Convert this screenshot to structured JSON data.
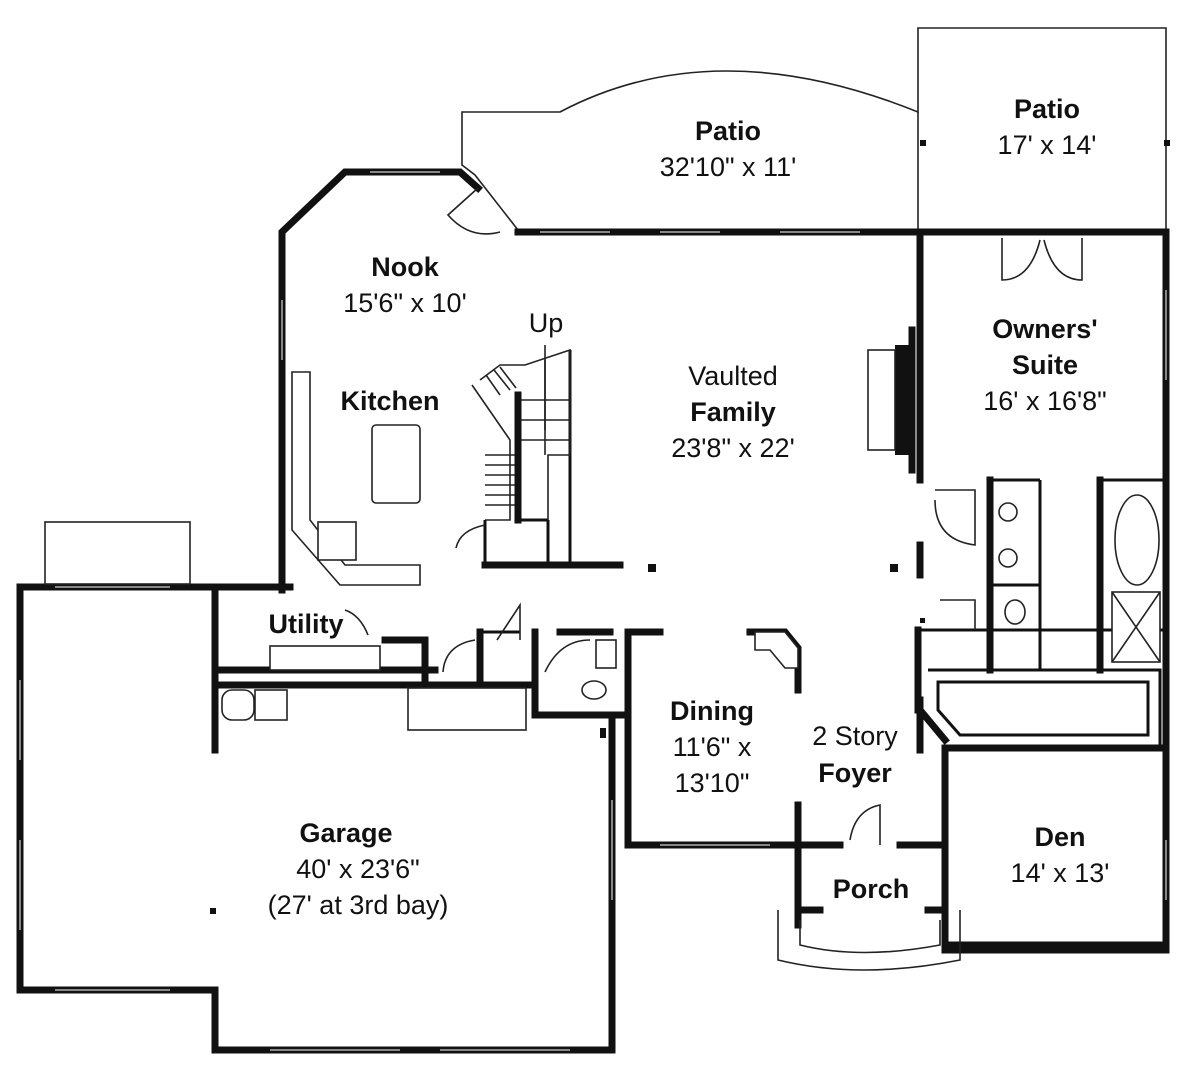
{
  "rooms": {
    "patio_main": {
      "name": "Patio",
      "size": "32'10\" x 11'"
    },
    "patio_side": {
      "name": "Patio",
      "size": "17' x 14'"
    },
    "nook": {
      "name": "Nook",
      "size": "15'6\" x 10'"
    },
    "kitchen": {
      "name": "Kitchen"
    },
    "stairs": {
      "label": "Up"
    },
    "family": {
      "line1": "Vaulted",
      "name": "Family",
      "size": "23'8\" x 22'"
    },
    "owners": {
      "name1": "Owners'",
      "name2": "Suite",
      "size": "16' x 16'8\""
    },
    "utility": {
      "name": "Utility"
    },
    "dining": {
      "name": "Dining",
      "size1": "11'6\" x",
      "size2": "13'10\""
    },
    "foyer": {
      "line1": "2 Story",
      "name": "Foyer"
    },
    "den": {
      "name": "Den",
      "size": "14' x 13'"
    },
    "garage": {
      "name": "Garage",
      "size": "40' x 23'6\"",
      "note": "(27' at 3rd bay)"
    },
    "porch": {
      "name": "Porch"
    }
  }
}
